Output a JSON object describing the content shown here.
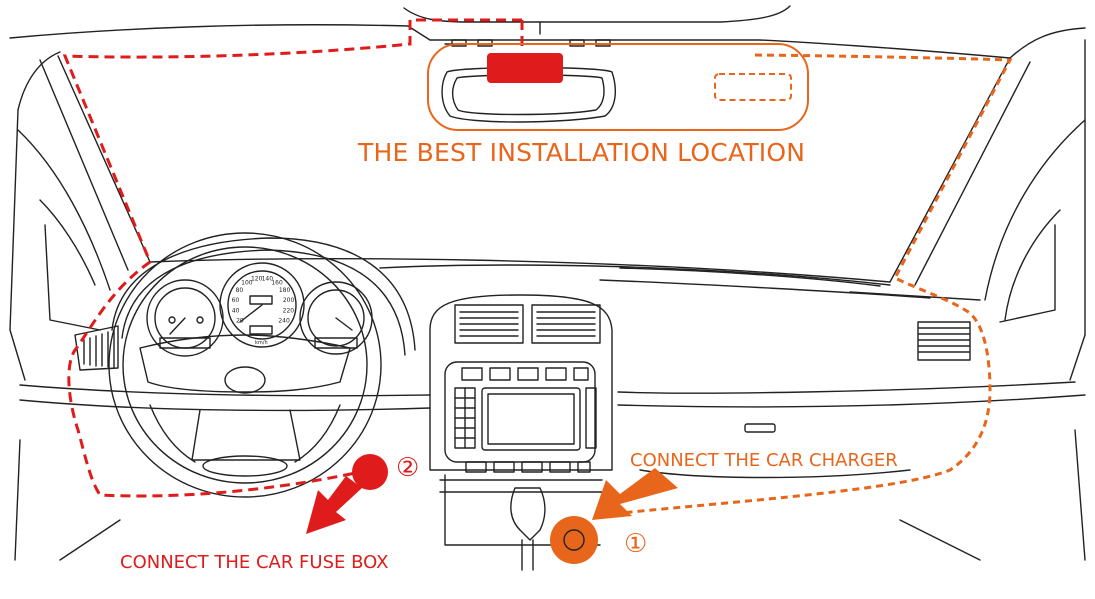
{
  "labels": {
    "best_location": "THE BEST INSTALLATION LOCATION",
    "connect_charger": "CONNECT THE CAR CHARGER",
    "connect_fuse_box": "CONNECT THE CAR FUSE BOX",
    "marker_1": "①",
    "marker_2": "②"
  },
  "speedometer_ticks": [
    "20",
    "40",
    "60",
    "80",
    "100",
    "120",
    "140",
    "160",
    "180",
    "200",
    "220",
    "240"
  ],
  "speed_unit": "km/h",
  "colors": {
    "orange": "#e8661c",
    "red": "#e01b1b",
    "line": "#222222"
  }
}
